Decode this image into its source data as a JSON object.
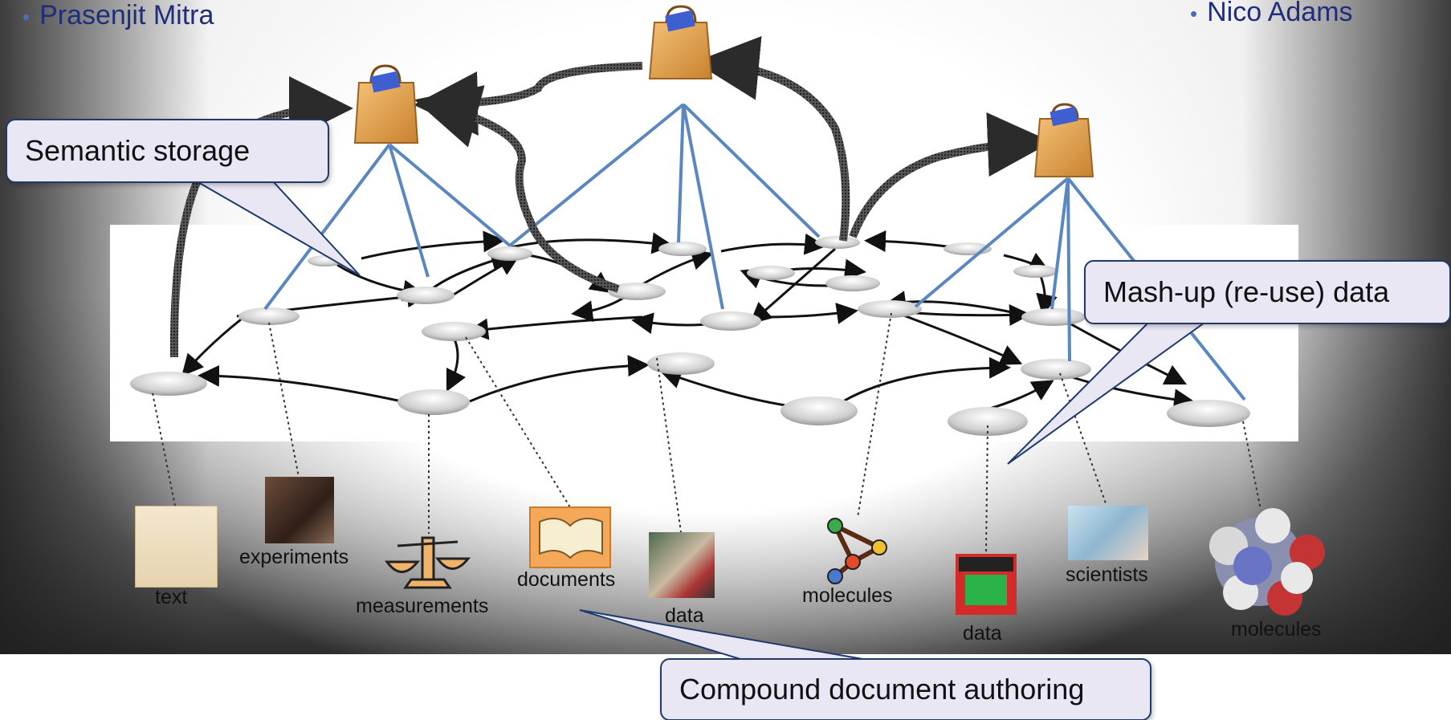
{
  "bullets": {
    "left": "Prasenjit Mitra",
    "right": "Nico Adams"
  },
  "callouts": {
    "semantic_storage": "Semantic storage",
    "mashup": "Mash-up (re-use) data",
    "compound": "Compound document authoring"
  },
  "objects": {
    "text": "text",
    "experiments": "experiments",
    "measurements": "measurements",
    "documents": "documents",
    "data_1": "data",
    "molecules_1": "molecules",
    "data_2": "data",
    "scientists": "scientists",
    "molecules_2": "molecules"
  },
  "colors": {
    "bullet_text": "#1f2d7a",
    "link_blue": "#5b87c0",
    "callout_fill": "#eae7f5",
    "callout_border": "#1f3a6b",
    "bag": "#e3a24a"
  },
  "icons": [
    "shopping-bag-icon",
    "book-icon",
    "balance-scale-icon",
    "open-book-icon",
    "molecule-icon",
    "floppy-disk-icon"
  ]
}
